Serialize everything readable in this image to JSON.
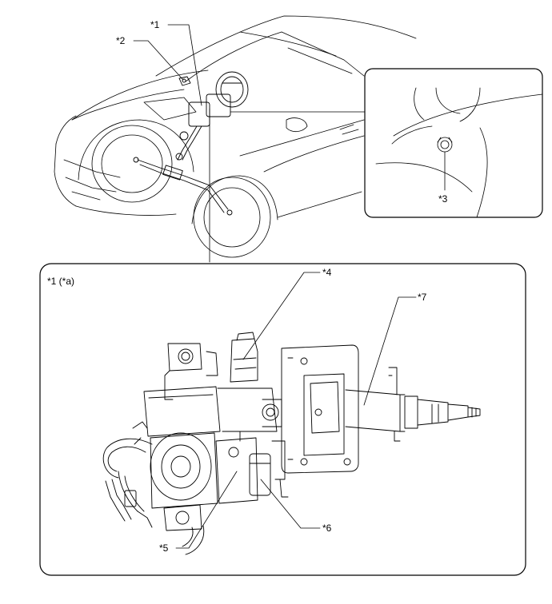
{
  "callouts": {
    "c1": "*1",
    "c2": "*2",
    "c3": "*3",
    "c4": "*4",
    "c5": "*5",
    "c6": "*6",
    "c7": "*7",
    "detail_label": "*1 (*a)"
  },
  "colors": {
    "line": "#000000",
    "background": "#ffffff"
  }
}
